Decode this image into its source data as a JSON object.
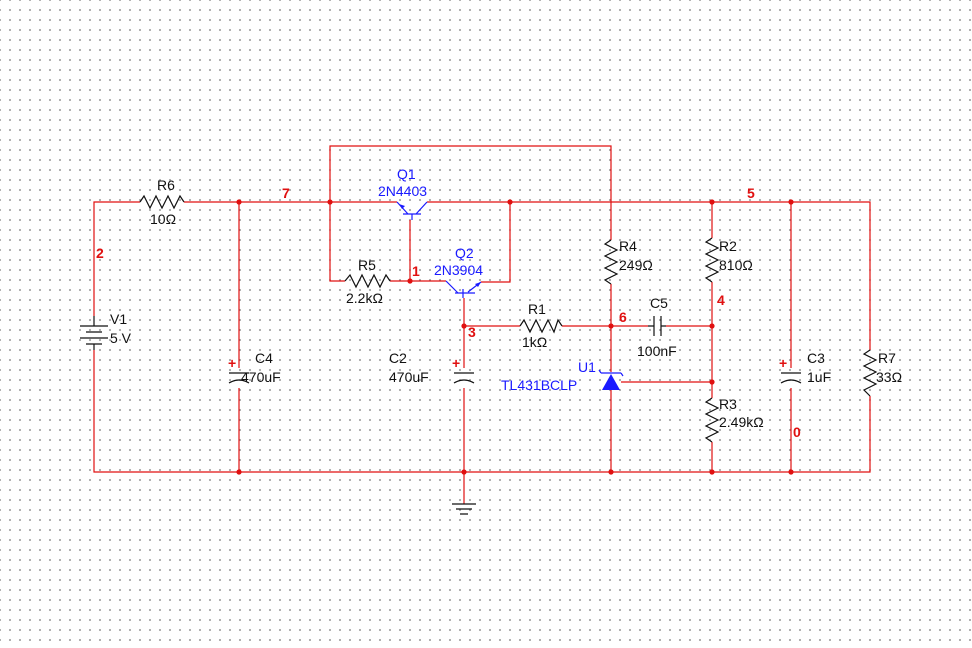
{
  "components": {
    "V1": {
      "ref": "V1",
      "value": "5 V"
    },
    "R6": {
      "ref": "R6",
      "value": "10Ω"
    },
    "R5": {
      "ref": "R5",
      "value": "2.2kΩ"
    },
    "Q1": {
      "ref": "Q1",
      "model": "2N4403"
    },
    "Q2": {
      "ref": "Q2",
      "model": "2N3904"
    },
    "R1": {
      "ref": "R1",
      "value": "1kΩ"
    },
    "R4": {
      "ref": "R4",
      "value": "249Ω"
    },
    "R2": {
      "ref": "R2",
      "value": "810Ω"
    },
    "R3": {
      "ref": "R3",
      "value": "2.49kΩ"
    },
    "R7": {
      "ref": "R7",
      "value": "33Ω"
    },
    "C4": {
      "ref": "C4",
      "value": "470uF"
    },
    "C2": {
      "ref": "C2",
      "value": "470uF"
    },
    "C5": {
      "ref": "C5",
      "value": "100nF"
    },
    "C3": {
      "ref": "C3",
      "value": "1uF"
    },
    "U1": {
      "ref": "U1",
      "model": "TL431BCLP"
    }
  },
  "nets": {
    "n0": "0",
    "n1": "1",
    "n2": "2",
    "n3": "3",
    "n4": "4",
    "n5": "5",
    "n6": "6",
    "n7": "7"
  },
  "polarity_mark": "+",
  "colors": {
    "wire": "#e01010",
    "part": "#111111",
    "active_part": "#1a1aff",
    "grid_dot": "#8a8a8a"
  }
}
